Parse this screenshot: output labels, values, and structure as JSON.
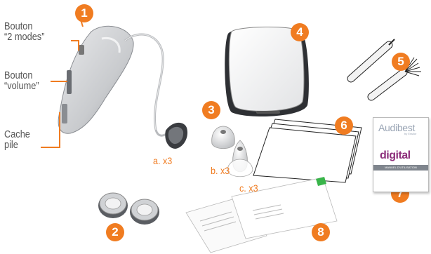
{
  "labels": {
    "mode_button": "Bouton\n“2 modes”",
    "volume_button": "Bouton\n“volume”",
    "battery_cover": "Cache\npile"
  },
  "badges": [
    "1",
    "2",
    "3",
    "4",
    "5",
    "6",
    "7",
    "8"
  ],
  "quantities": {
    "a": "a. x3",
    "b": "b. x3",
    "c": "c. x3"
  },
  "manual": {
    "brand": "Audibest",
    "brand_sub": "by Essilor",
    "product": "digital",
    "title": "MANUEL D'UTILISATION"
  },
  "colors": {
    "accent": "#f07c21",
    "device": "#cfd1d4",
    "text": "#555555"
  }
}
